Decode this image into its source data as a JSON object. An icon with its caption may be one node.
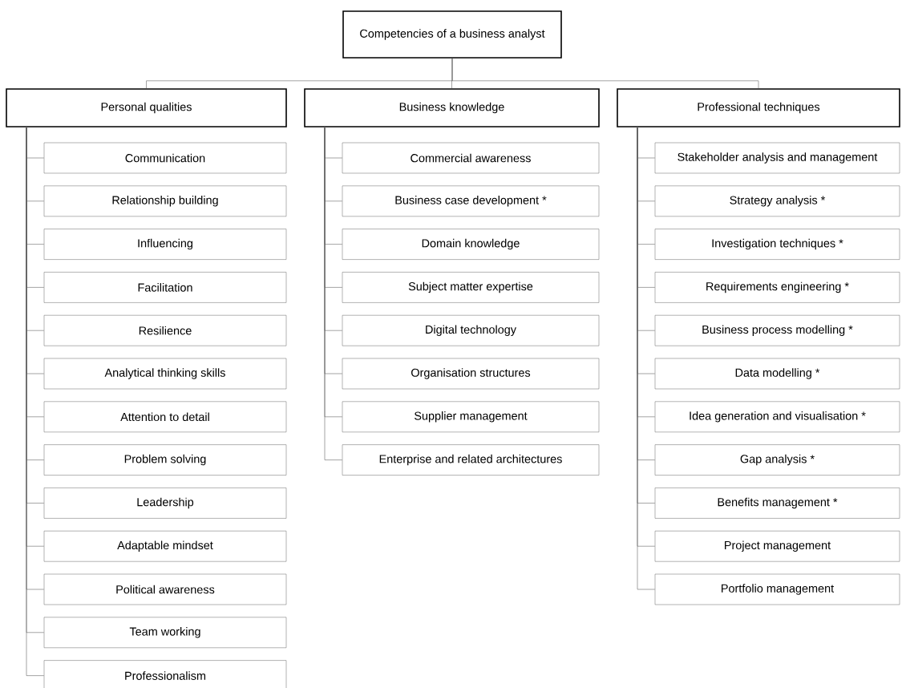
{
  "diagram": {
    "nodes": [
      {
        "text": [
          "Competencies of a business analyst"
        ]
      },
      {
        "text": [
          "Personal qualities"
        ]
      },
      {
        "text": [
          "Business knowledge"
        ]
      },
      {
        "text": [
          "Professional techniques"
        ]
      },
      {
        "text": [
          "Communication"
        ]
      },
      {
        "text": [
          "Relationship building"
        ]
      },
      {
        "text": [
          "Influencing"
        ]
      },
      {
        "text": [
          "Facilitation"
        ]
      },
      {
        "text": [
          "Resilience"
        ]
      },
      {
        "text": [
          "Analytical thinking skills"
        ]
      },
      {
        "text": [
          "Attention to detail"
        ]
      },
      {
        "text": [
          "Problem solving"
        ]
      },
      {
        "text": [
          "Leadership"
        ]
      },
      {
        "text": [
          "Adaptable mindset"
        ]
      },
      {
        "text": [
          "Political awareness"
        ]
      },
      {
        "text": [
          "Team working"
        ]
      },
      {
        "text": [
          "Professionalism"
        ]
      },
      {
        "text": [
          "Commercial awareness"
        ]
      },
      {
        "text": [
          "Business case development *"
        ]
      },
      {
        "text": [
          "Domain knowledge"
        ]
      },
      {
        "text": [
          "Subject matter expertise"
        ]
      },
      {
        "text": [
          "Digital technology"
        ]
      },
      {
        "text": [
          "Organisation structures"
        ]
      },
      {
        "text": [
          "Supplier management"
        ]
      },
      {
        "text": [
          "Enterprise and related architectures"
        ]
      },
      {
        "text": [
          "Stakeholder analysis and management"
        ]
      },
      {
        "text": [
          "Strategy analysis *"
        ]
      },
      {
        "text": [
          "Investigation techniques *"
        ]
      },
      {
        "text": [
          "Requirements engineering *"
        ]
      },
      {
        "text": [
          "Business process modelling *"
        ]
      },
      {
        "text": [
          "Data modelling *"
        ]
      },
      {
        "text": [
          "Idea generation and visualisation *"
        ]
      },
      {
        "text": [
          "Gap analysis *"
        ]
      },
      {
        "text": [
          "Benefits management *"
        ]
      },
      {
        "text": [
          "Project management"
        ]
      },
      {
        "text": [
          "Portfolio management"
        ]
      }
    ],
    "edges": [
      {
        "from": 0,
        "to": 1,
        "arrow": "none"
      },
      {
        "from": 0,
        "to": 2,
        "arrow": "none"
      },
      {
        "from": 0,
        "to": 3,
        "arrow": "none"
      },
      {
        "from": 1,
        "to": 4,
        "arrow": "none"
      },
      {
        "from": 1,
        "to": 5,
        "arrow": "none"
      },
      {
        "from": 1,
        "to": 6,
        "arrow": "none"
      },
      {
        "from": 1,
        "to": 7,
        "arrow": "none"
      },
      {
        "from": 1,
        "to": 8,
        "arrow": "none"
      },
      {
        "from": 1,
        "to": 9,
        "arrow": "none"
      },
      {
        "from": 1,
        "to": 10,
        "arrow": "none"
      },
      {
        "from": 1,
        "to": 11,
        "arrow": "none"
      },
      {
        "from": 1,
        "to": 12,
        "arrow": "none"
      },
      {
        "from": 1,
        "to": 13,
        "arrow": "none"
      },
      {
        "from": 1,
        "to": 14,
        "arrow": "none"
      },
      {
        "from": 1,
        "to": 15,
        "arrow": "none"
      },
      {
        "from": 1,
        "to": 16,
        "arrow": "none"
      },
      {
        "from": 2,
        "to": 17,
        "arrow": "none"
      },
      {
        "from": 2,
        "to": 18,
        "arrow": "none"
      },
      {
        "from": 2,
        "to": 19,
        "arrow": "none"
      },
      {
        "from": 2,
        "to": 20,
        "arrow": "none"
      },
      {
        "from": 2,
        "to": 21,
        "arrow": "none"
      },
      {
        "from": 2,
        "to": 22,
        "arrow": "none"
      },
      {
        "from": 2,
        "to": 23,
        "arrow": "none"
      },
      {
        "from": 2,
        "to": 24,
        "arrow": "none"
      },
      {
        "from": 3,
        "to": 25,
        "arrow": "none"
      },
      {
        "from": 3,
        "to": 26,
        "arrow": "none"
      },
      {
        "from": 3,
        "to": 27,
        "arrow": "none"
      },
      {
        "from": 3,
        "to": 28,
        "arrow": "none"
      },
      {
        "from": 3,
        "to": 29,
        "arrow": "none"
      },
      {
        "from": 3,
        "to": 30,
        "arrow": "none"
      },
      {
        "from": 3,
        "to": 31,
        "arrow": "none"
      },
      {
        "from": 3,
        "to": 32,
        "arrow": "none"
      },
      {
        "from": 3,
        "to": 33,
        "arrow": "none"
      },
      {
        "from": 3,
        "to": 34,
        "arrow": "none"
      },
      {
        "from": 3,
        "to": 35,
        "arrow": "none"
      }
    ]
  }
}
